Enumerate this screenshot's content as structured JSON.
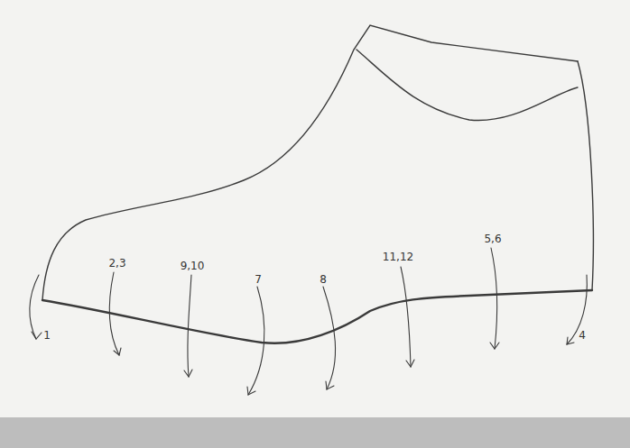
{
  "diagram": {
    "labels": [
      "1",
      "2,3",
      "9,10",
      "7",
      "8",
      "11,12",
      "5,6",
      "4"
    ]
  }
}
